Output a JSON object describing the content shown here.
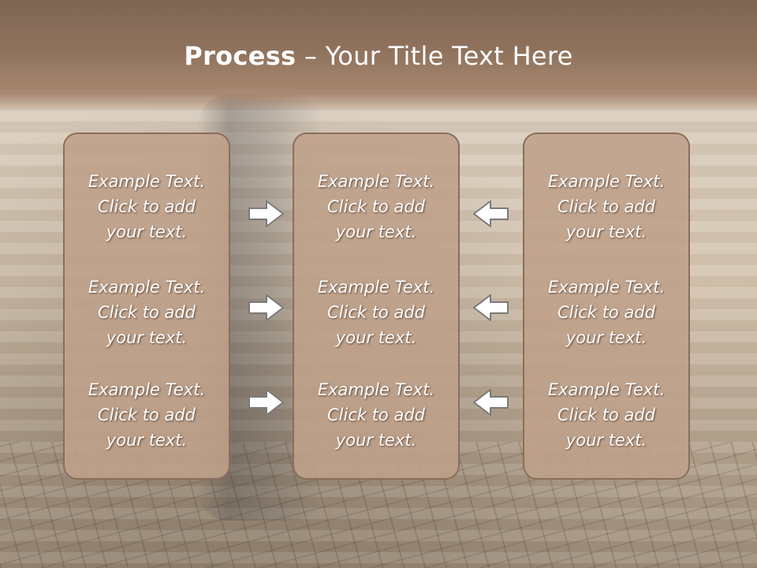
{
  "title": {
    "bold": "Process",
    "rest": " – Your Title Text Here"
  },
  "panels": [
    {
      "blocks": [
        {
          "l1": "Example Text.",
          "l2": "Click  to add",
          "l3": "your text."
        },
        {
          "l1": "Example Text.",
          "l2": "Click  to add",
          "l3": "your text."
        },
        {
          "l1": "Example Text.",
          "l2": "Click  to add",
          "l3": "your text."
        }
      ]
    },
    {
      "blocks": [
        {
          "l1": "Example Text.",
          "l2": "Click  to add",
          "l3": "your text."
        },
        {
          "l1": "Example Text.",
          "l2": "Click  to add",
          "l3": "your text."
        },
        {
          "l1": "Example Text.",
          "l2": "Click  to add",
          "l3": "your text."
        }
      ]
    },
    {
      "blocks": [
        {
          "l1": "Example Text.",
          "l2": "Click  to add",
          "l3": "your text."
        },
        {
          "l1": "Example Text.",
          "l2": "Click  to add",
          "l3": "your text."
        },
        {
          "l1": "Example Text.",
          "l2": "Click  to add",
          "l3": "your text."
        }
      ]
    }
  ],
  "arrows": [
    {
      "icon": "arrow-right-icon"
    },
    {
      "icon": "arrow-right-icon"
    },
    {
      "icon": "arrow-right-icon"
    },
    {
      "icon": "arrow-left-icon"
    },
    {
      "icon": "arrow-left-icon"
    },
    {
      "icon": "arrow-left-icon"
    }
  ],
  "colors": {
    "panel_fill": "#bea08a",
    "panel_border": "#8a6e5c",
    "title_band": "#8f725c",
    "text": "#ffffff"
  }
}
